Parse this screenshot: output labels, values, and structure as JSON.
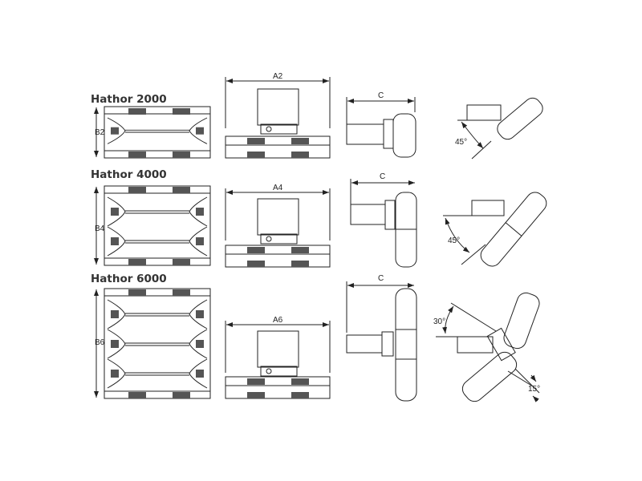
{
  "models": [
    {
      "title": "Hathor 2000",
      "height_label": "B2",
      "width_label": "A2",
      "depth_label": "C",
      "tilt_angle": "45°"
    },
    {
      "title": "Hathor 4000",
      "height_label": "B4",
      "width_label": "A4",
      "depth_label": "C",
      "tilt_angle": "45°"
    },
    {
      "title": "Hathor 6000",
      "height_label": "B6",
      "width_label": "A6",
      "depth_label": "C",
      "tilt_angle": "30°",
      "wing_angle": "15°"
    }
  ],
  "colors": {
    "line": "#222222",
    "background": "#ffffff"
  }
}
